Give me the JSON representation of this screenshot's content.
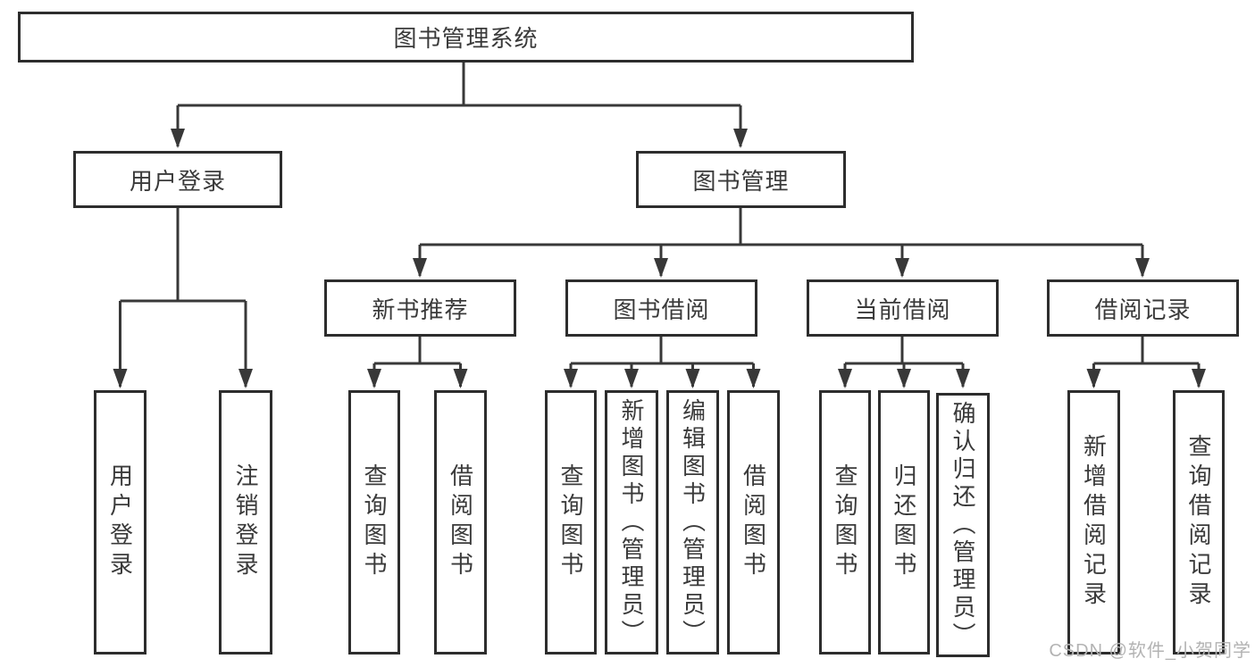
{
  "diagram_title": "图书管理系统",
  "tree": {
    "root": {
      "label": "图书管理系统"
    },
    "branches": [
      {
        "label": "用户登录",
        "children": [
          {
            "label": "用户登录"
          },
          {
            "label": "注销登录"
          }
        ]
      },
      {
        "label": "图书管理",
        "children": [
          {
            "label": "新书推荐",
            "children": [
              {
                "label": "查询图书"
              },
              {
                "label": "借阅图书"
              }
            ]
          },
          {
            "label": "图书借阅",
            "children": [
              {
                "label": "查询图书"
              },
              {
                "label": "新增图书（管理员）"
              },
              {
                "label": "编辑图书（管理员）"
              },
              {
                "label": "借阅图书"
              }
            ]
          },
          {
            "label": "当前借阅",
            "children": [
              {
                "label": "查询图书"
              },
              {
                "label": "归还图书"
              },
              {
                "label": "确认归还（管理员）"
              }
            ]
          },
          {
            "label": "借阅记录",
            "children": [
              {
                "label": "新增借阅记录"
              },
              {
                "label": "查询借阅记录"
              }
            ]
          }
        ]
      }
    ]
  },
  "watermark": {
    "text": "CSDN @软件_小贺同学"
  },
  "colors": {
    "line": "#383838",
    "box_border": "#2d2d2d",
    "text": "#3a3a3a",
    "background": "#ffffff",
    "watermark": "#b3b3b3"
  }
}
